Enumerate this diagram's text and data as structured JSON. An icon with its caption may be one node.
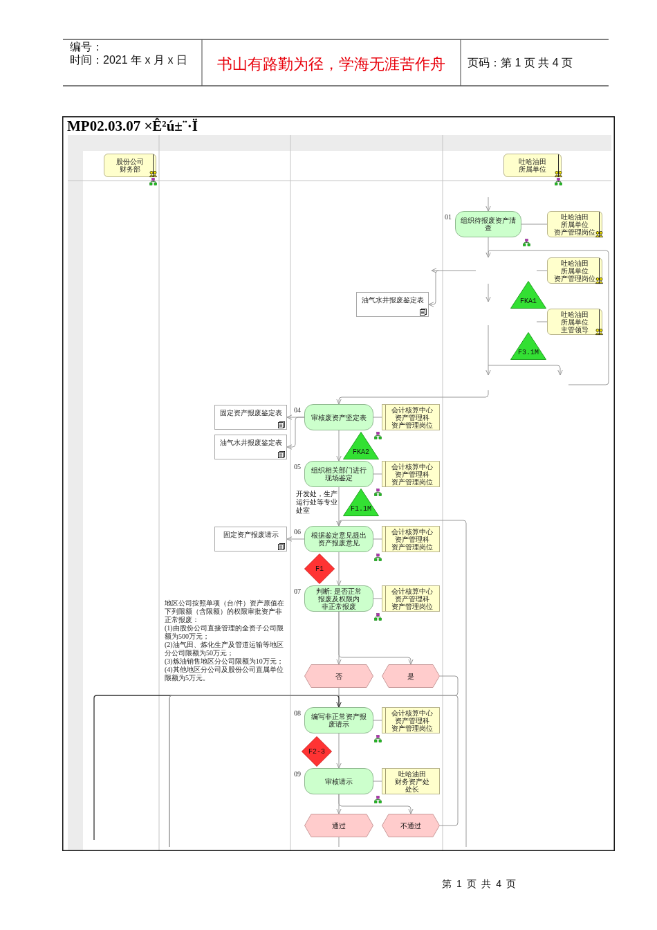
{
  "diagram": {
    "title": "MP02.03.07 ×Ê²ú±¨·Ï",
    "nodes": [
      {
        "text": [
          "股份公司",
          "财务部"
        ]
      },
      {
        "text": [
          "吐哈油田",
          "所属单位"
        ]
      },
      {
        "text": [
          "组织待报废资产清查"
        ],
        "beside": [
          "01"
        ]
      },
      {
        "text": [
          "吐哈油田",
          "所属单位",
          "资产管理岗位"
        ]
      },
      {
        "text": [
          "吐哈油田",
          "所属单位",
          "资产管理岗位"
        ]
      },
      {
        "text": [
          "油气水井报废鉴定表"
        ]
      },
      {
        "text": [
          "FKA1"
        ]
      },
      {
        "text": [
          "吐哈油田",
          "所属单位",
          "主管领导"
        ]
      },
      {
        "text": [
          "F3.1M"
        ]
      },
      {
        "text": [
          "审核废资产坚定表"
        ],
        "beside": [
          "04"
        ]
      },
      {
        "text": [
          "会计核算中心",
          "资产管理科",
          "资产管理岗位"
        ]
      },
      {
        "text": [
          "固定资产报废鉴定表"
        ]
      },
      {
        "text": [
          "油气水井报废鉴定表"
        ]
      },
      {
        "text": [
          "FKA2"
        ]
      },
      {
        "text": [
          "组织相关部门进行现场鉴定"
        ],
        "beside": [
          "05"
        ]
      },
      {
        "text": [
          "会计核算中心",
          "资产管理科",
          "资产管理岗位"
        ]
      },
      {
        "text": [
          "F1.1M"
        ]
      },
      {
        "text": [
          "根据鉴定意见提出资产报废意见"
        ],
        "beside": [
          "06"
        ]
      },
      {
        "text": [
          "会计核算中心",
          "资产管理科",
          "资产管理岗位"
        ]
      },
      {
        "text": [
          "固定资产报废请示"
        ]
      },
      {
        "text": [
          "F1"
        ]
      },
      {
        "text": [
          "判断: 是否正常报废及权限内非正常报废"
        ],
        "beside": [
          "07"
        ]
      },
      {
        "text": [
          "会计核算中心",
          "资产管理科",
          "资产管理岗位"
        ]
      },
      {
        "text": [
          "否"
        ]
      },
      {
        "text": [
          "是"
        ]
      },
      {
        "text": [
          "编写非正常资产报废请示"
        ],
        "beside": [
          "08"
        ]
      },
      {
        "text": [
          "会计核算中心",
          "资产管理科",
          "资产管理岗位"
        ]
      },
      {
        "text": [
          "F2-3"
        ]
      },
      {
        "text": [
          "审核请示"
        ],
        "beside": [
          "09"
        ]
      },
      {
        "text": [
          "吐哈油田",
          "财务资产处",
          "处长"
        ]
      },
      {
        "text": [
          "通过"
        ]
      },
      {
        "text": [
          "不通过"
        ]
      }
    ],
    "edges": [
      {
        "from": null,
        "to": 2,
        "arrow": "to"
      },
      {
        "from": 2,
        "to": 3,
        "arrow": "none"
      },
      {
        "from": 2,
        "to": null,
        "arrow": "to"
      },
      {
        "from": 4,
        "to": null,
        "arrow": "none"
      },
      {
        "from": null,
        "to": 5,
        "arrow": "to"
      },
      {
        "from": 7,
        "to": null,
        "arrow": "none"
      },
      {
        "from": null,
        "to": 9,
        "arrow": "to"
      },
      {
        "from": 9,
        "to": 10,
        "arrow": "none"
      },
      {
        "from": 9,
        "to": 11,
        "arrow": "to"
      },
      {
        "from": 9,
        "to": 12,
        "arrow": "to"
      },
      {
        "from": 9,
        "to": 14,
        "arrow": "to"
      },
      {
        "from": 14,
        "to": 15,
        "arrow": "none"
      },
      {
        "from": 14,
        "to": 17,
        "arrow": "to"
      },
      {
        "from": null,
        "to": 17,
        "arrow": "to"
      },
      {
        "from": 17,
        "to": 18,
        "arrow": "none"
      },
      {
        "from": 17,
        "to": 19,
        "arrow": "to"
      },
      {
        "from": 17,
        "to": 21,
        "arrow": "to"
      },
      {
        "from": 21,
        "to": 22,
        "arrow": "none"
      },
      {
        "from": 21,
        "to": 23,
        "arrow": "to"
      },
      {
        "from": 21,
        "to": 24,
        "arrow": "to"
      },
      {
        "from": 23,
        "to": 25,
        "arrow": "to"
      },
      {
        "from": null,
        "to": 25,
        "arrow": "to",
        "color": "#333333"
      },
      {
        "from": 25,
        "to": 26,
        "arrow": "none"
      },
      {
        "from": 25,
        "to": 28,
        "arrow": "to"
      },
      {
        "from": 28,
        "to": 29,
        "arrow": "none"
      },
      {
        "from": 28,
        "to": 30,
        "arrow": "to"
      },
      {
        "from": 28,
        "to": 31,
        "arrow": "to"
      },
      {
        "from": 31,
        "to": null,
        "arrow": "none"
      },
      {
        "from": 24,
        "to": null,
        "arrow": "none"
      },
      {
        "from": 30,
        "to": null,
        "arrow": "none"
      }
    ],
    "labels": [
      "编号：",
      "时间：2021 年 x 月 x 日",
      "书山有路勤为径，学海无涯苦作舟",
      "页码：第 1 页 共 4 页",
      "开发处，生产运行处等专业处室",
      "地区公司按照单项（台/件）资产原值在下列限额（含限额）的权限审批资产非正常报废：",
      "(1)由股份公司直接管理的全资子公司限额为500万元；",
      "(2)油气田、炼化生产及管道运输等地区分公司限额为50万元；",
      "(3)炼油销售地区分公司限额为10万元；",
      "(4)其他地区分公司及股份公司直属单位限额为5万元。",
      "第 1 页 共 4 页"
    ]
  }
}
